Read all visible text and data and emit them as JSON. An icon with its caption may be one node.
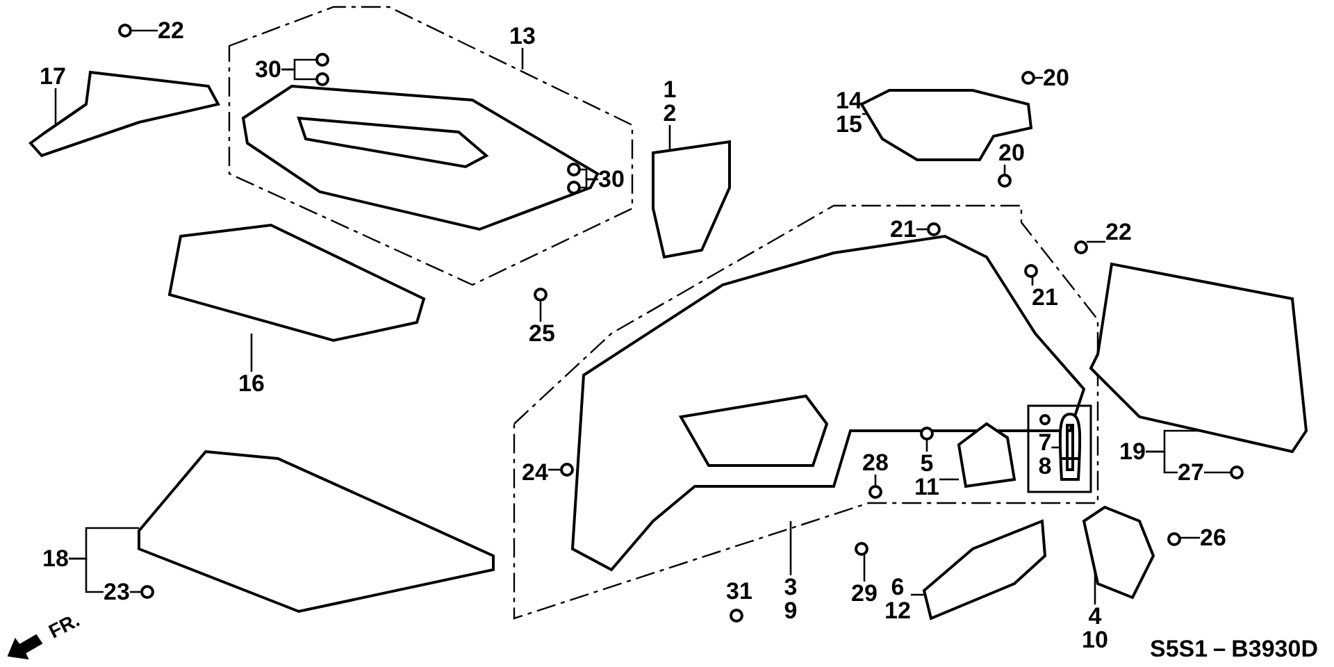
{
  "diagram": {
    "nodes": [
      {
        "text": [
          "22"
        ]
      },
      {
        "text": [
          "17"
        ]
      },
      {
        "text": [],
        "shape": "box"
      },
      {
        "text": [
          "30"
        ],
        "in": 2
      },
      {
        "text": [
          "13"
        ]
      },
      {
        "text": [
          "30"
        ],
        "in": 2
      },
      {
        "text": [
          "1",
          "2"
        ]
      },
      {
        "text": [
          "14",
          "15"
        ]
      },
      {
        "text": [
          "20"
        ]
      },
      {
        "text": [
          "20"
        ]
      },
      {
        "text": [],
        "shape": "box"
      },
      {
        "text": [
          "21"
        ],
        "in": 10
      },
      {
        "text": [
          "22"
        ]
      },
      {
        "text": [
          "21"
        ],
        "in": 10
      },
      {
        "text": [
          "25"
        ]
      },
      {
        "text": [
          "16"
        ]
      },
      {
        "text": [
          "24"
        ],
        "in": 10
      },
      {
        "text": [
          "18"
        ]
      },
      {
        "text": [
          "23"
        ]
      },
      {
        "text": [
          "28"
        ],
        "in": 10
      },
      {
        "text": [
          "5",
          "11"
        ],
        "in": 10
      },
      {
        "text": [
          "7",
          "8"
        ],
        "in": 10
      },
      {
        "text": [
          "19"
        ]
      },
      {
        "text": [
          "27"
        ]
      },
      {
        "text": [
          "26"
        ]
      },
      {
        "text": [
          "3",
          "9"
        ]
      },
      {
        "text": [
          "29"
        ]
      },
      {
        "text": [
          "6",
          "12"
        ]
      },
      {
        "text": [
          "4",
          "10"
        ]
      },
      {
        "text": [],
        "shape": "circle"
      },
      {
        "text": [],
        "shape": "picture"
      },
      {
        "text": [],
        "shape": "circle",
        "in": 2
      },
      {
        "text": [],
        "shape": "circle",
        "in": 2
      },
      {
        "text": [],
        "shape": "circle",
        "in": 2
      },
      {
        "text": [],
        "shape": "circle",
        "in": 2
      },
      {
        "text": [],
        "shape": "picture"
      },
      {
        "text": [],
        "shape": "picture"
      },
      {
        "text": [],
        "shape": "circle"
      },
      {
        "text": [],
        "shape": "circle"
      },
      {
        "text": [],
        "shape": "circle",
        "in": 10
      },
      {
        "text": [],
        "shape": "circle"
      },
      {
        "text": [],
        "shape": "circle",
        "in": 10
      },
      {
        "text": [],
        "shape": "circle"
      },
      {
        "text": [],
        "shape": "picture"
      },
      {
        "text": [],
        "shape": "circle",
        "in": 10
      },
      {
        "text": [],
        "shape": "picture"
      },
      {
        "text": [],
        "shape": "circle"
      },
      {
        "text": [],
        "shape": "circle",
        "in": 10
      },
      {
        "text": [],
        "shape": "picture",
        "in": 10
      },
      {
        "text": [],
        "shape": "circle",
        "in": 10
      },
      {
        "text": [],
        "shape": "picture",
        "in": 10
      },
      {
        "text": [],
        "shape": "picture"
      },
      {
        "text": [],
        "shape": "circle"
      },
      {
        "text": [],
        "shape": "circle"
      },
      {
        "text": [],
        "shape": "circle"
      },
      {
        "text": [],
        "shape": "picture"
      },
      {
        "text": [],
        "shape": "picture"
      }
    ],
    "edges": [
      {
        "from": 0,
        "to": 29,
        "arrow": "none"
      },
      {
        "from": 1,
        "to": 30,
        "arrow": "none"
      },
      {
        "from": 3,
        "to": 31,
        "arrow": "none"
      },
      {
        "from": 3,
        "to": 32,
        "arrow": "none"
      },
      {
        "from": 4,
        "to": 2,
        "arrow": "none"
      },
      {
        "from": 5,
        "to": 33,
        "arrow": "none"
      },
      {
        "from": 5,
        "to": 34,
        "arrow": "none"
      },
      {
        "from": 6,
        "to": 35,
        "arrow": "none"
      },
      {
        "from": 7,
        "to": 36,
        "arrow": "none"
      },
      {
        "from": 8,
        "to": 37,
        "arrow": "none"
      },
      {
        "from": 9,
        "to": 38,
        "arrow": "none"
      },
      {
        "from": 11,
        "to": 39,
        "arrow": "none"
      },
      {
        "from": 12,
        "to": 40,
        "arrow": "none"
      },
      {
        "from": 13,
        "to": 41,
        "arrow": "none"
      },
      {
        "from": 14,
        "to": 42,
        "arrow": "none"
      },
      {
        "from": 15,
        "to": 43,
        "arrow": "none"
      },
      {
        "from": 16,
        "to": 44,
        "arrow": "none"
      },
      {
        "from": 17,
        "to": 45,
        "arrow": "none"
      },
      {
        "from": 17,
        "to": 18,
        "arrow": "none"
      },
      {
        "from": 18,
        "to": 46,
        "arrow": "none"
      },
      {
        "from": 19,
        "to": 47,
        "arrow": "none"
      },
      {
        "from": 20,
        "to": 48,
        "arrow": "none"
      },
      {
        "from": 20,
        "to": 49,
        "arrow": "none"
      },
      {
        "from": 21,
        "to": 50,
        "arrow": "none"
      },
      {
        "from": 22,
        "to": 51,
        "arrow": "none"
      },
      {
        "from": 22,
        "to": 23,
        "arrow": "none"
      },
      {
        "from": 23,
        "to": 52,
        "arrow": "none"
      },
      {
        "from": 24,
        "to": 53,
        "arrow": "none"
      },
      {
        "from": 25,
        "to": 10,
        "arrow": "none"
      },
      {
        "from": 26,
        "to": 54,
        "arrow": "none"
      },
      {
        "from": 27,
        "to": 55,
        "arrow": "none"
      },
      {
        "from": 28,
        "to": 56,
        "arrow": "none"
      }
    ],
    "labels": [
      "31",
      "FR.",
      "S5S1－B3930D"
    ]
  }
}
